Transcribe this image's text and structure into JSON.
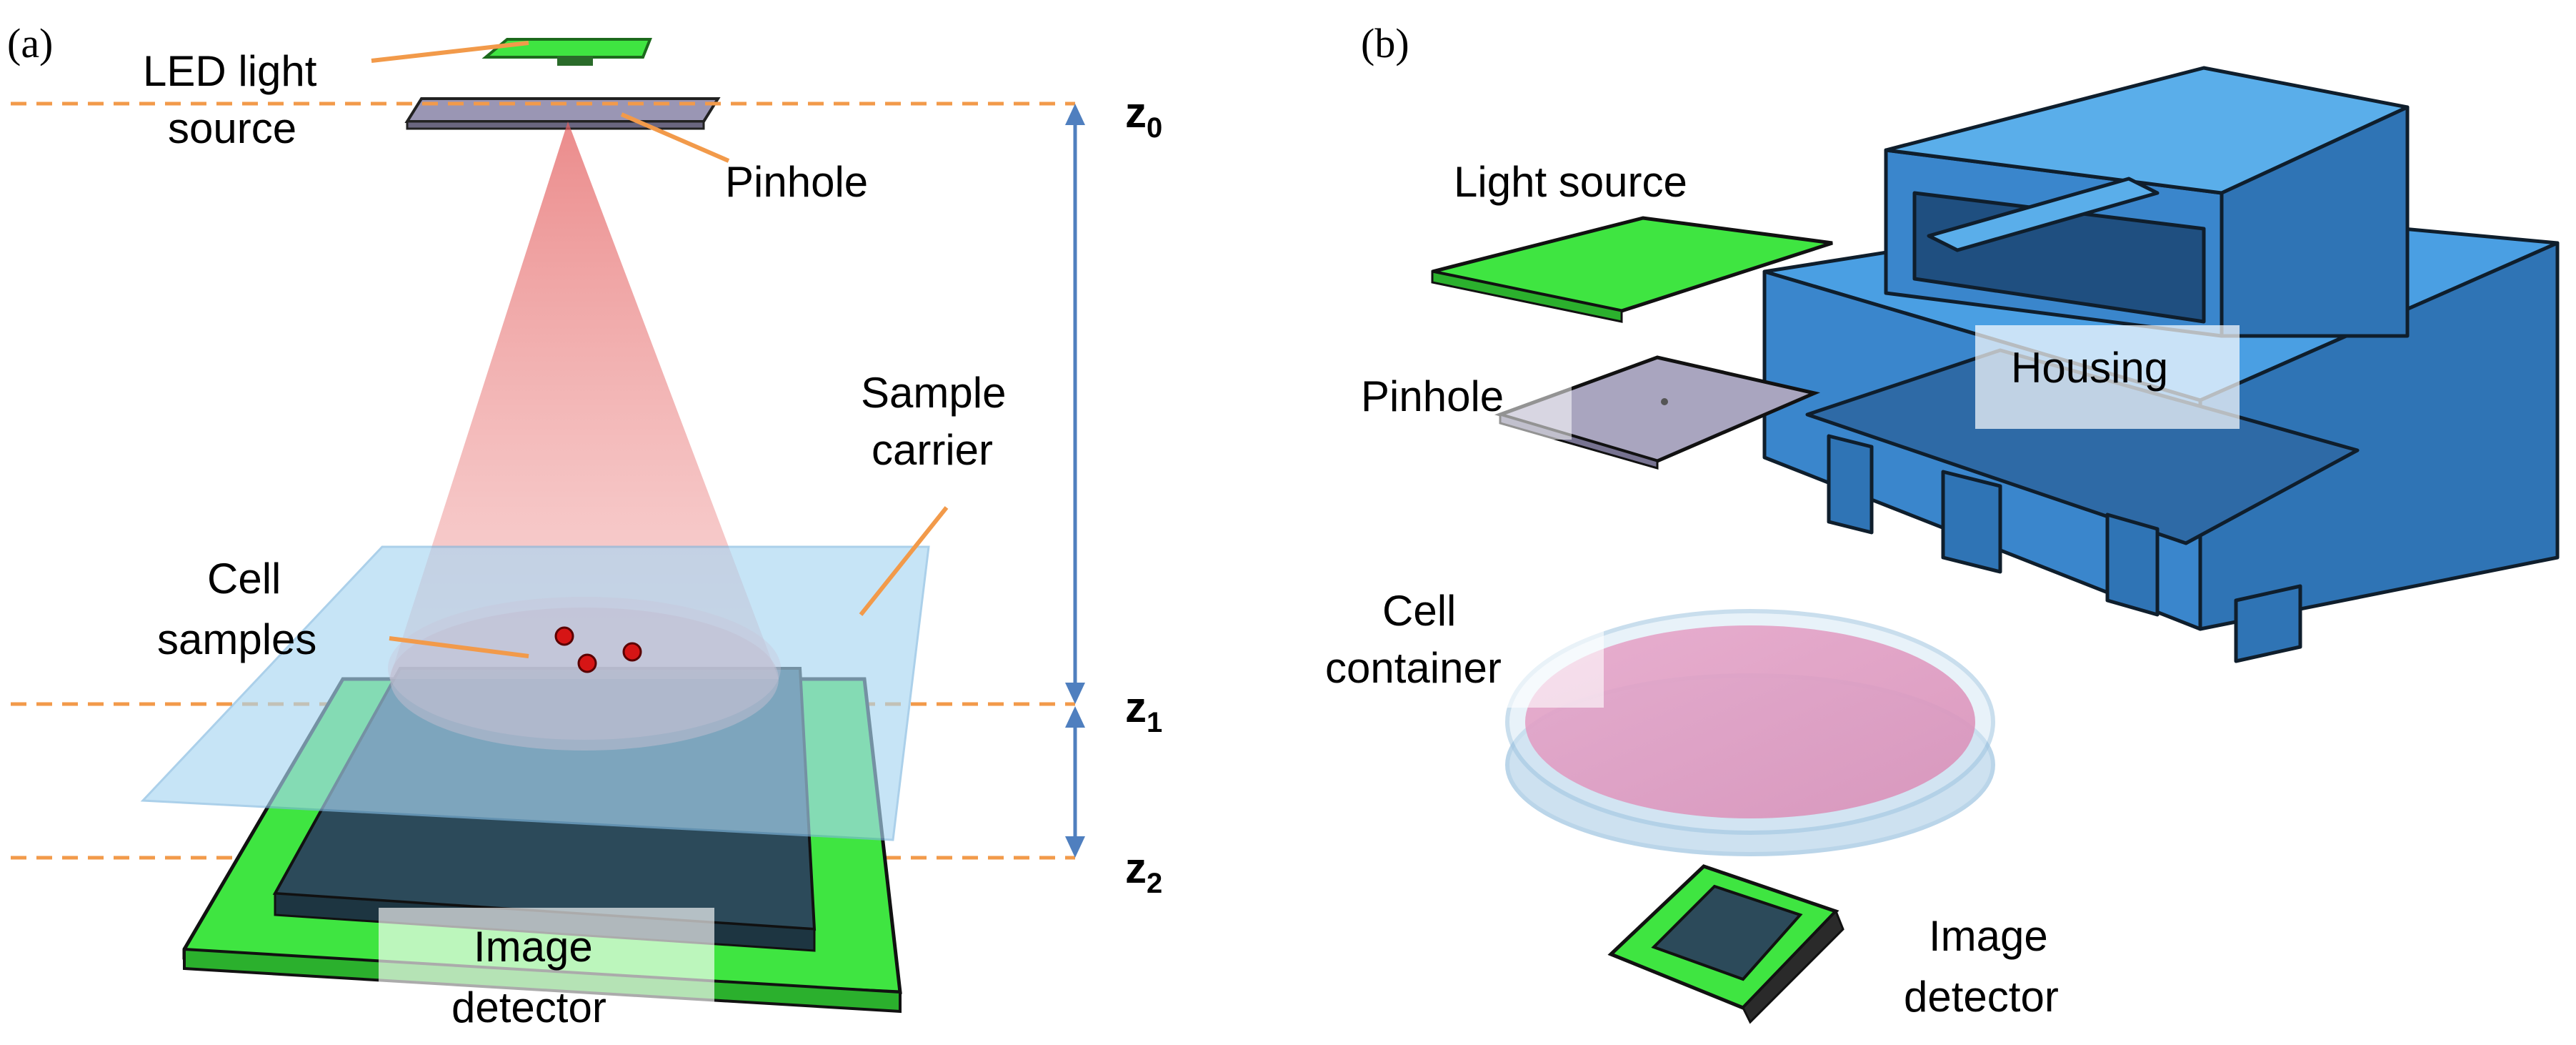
{
  "panel_a": {
    "panel_label": "(a)",
    "led_line1": "LED light",
    "led_line2": "source",
    "pinhole": "Pinhole",
    "sample_line1": "Sample",
    "sample_line2": "carrier",
    "cell_line1": "Cell",
    "cell_line2": "samples",
    "image_line1": "Image",
    "image_line2": "detector",
    "z0": "z",
    "z0_sub": "0",
    "z1": "z",
    "z1_sub": "1",
    "z2": "z",
    "z2_sub": "2"
  },
  "panel_b": {
    "panel_label": "(b)",
    "light_source": "Light source",
    "pinhole": "Pinhole",
    "housing": "Housing",
    "cell_line1": "Cell",
    "cell_line2": "container",
    "image_line1": "Image",
    "image_line2": "detector"
  },
  "colors": {
    "green": "#3fe541",
    "housing_blue": "#4a9fe3",
    "beam_red": "#e87878",
    "carrier_blue": "#a9d6f2",
    "detector_dark": "#2c4a5a",
    "dashed_orange": "#f29a4a",
    "arrow_blue": "#4f7fbf"
  }
}
